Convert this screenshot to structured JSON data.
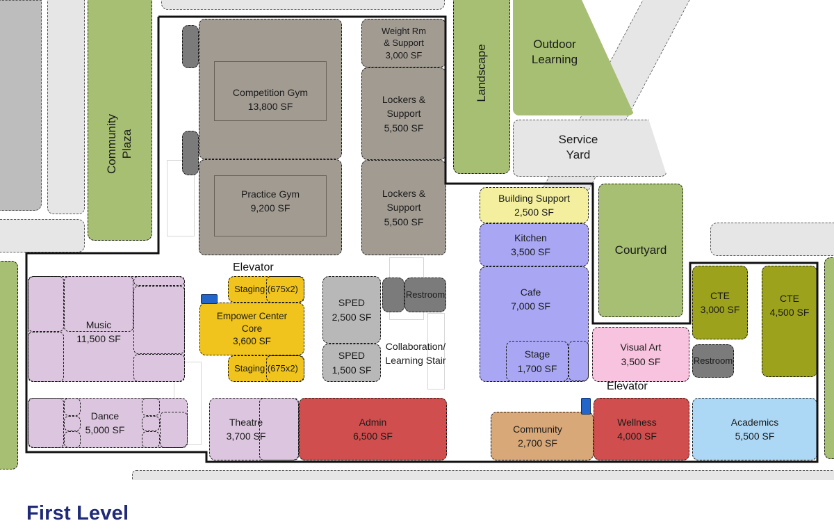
{
  "title": "First Level",
  "colors": {
    "athletics": "#a29b92",
    "green": "#a6bf72",
    "music_arts": "#dcc5df",
    "empower": "#f0c41c",
    "sped": "#b8b8b8",
    "restroom": "#7b7b7b",
    "kitchen_cafe": "#a9a7f3",
    "building_support": "#f3ef9e",
    "visual_art": "#f8c3df",
    "cte": "#9da21c",
    "admin_wellness": "#d04e4e",
    "community": "#d8a878",
    "academics": "#acd8f5",
    "elevator": "#2266cc",
    "title": "#1f2a78"
  },
  "site": {
    "community_plaza": "Community\nPlaza",
    "landscape": "Landscape",
    "outdoor_learning": "Outdoor\nLearning",
    "service_yard": "Service\nYard",
    "courtyard": "Courtyard"
  },
  "rooms": {
    "weight_room": "Weight Rm\n& Support\n3,000 SF",
    "competition_gym": "Competition Gym\n13,800 SF",
    "lockers_1": "Lockers &\nSupport\n5,500 SF",
    "practice_gym": "Practice Gym\n9,200 SF",
    "lockers_2": "Lockers &\nSupport\n5,500 SF",
    "building_support": "Building Support\n2,500 SF",
    "kitchen": "Kitchen\n3,500 SF",
    "cafe": "Cafe\n7,000 SF",
    "stage": "Stage\n1,700 SF",
    "music": "Music\n11,500 SF",
    "staging_top": "Staging (675x2)",
    "empower_center": "Empower Center\nCore\n3,600 SF",
    "staging_bottom": "Staging (675x2)",
    "sped_1": "SPED\n2,500 SF",
    "sped_2": "SPED\n1,500 SF",
    "restroom_1": "Restroom",
    "collaboration": "Collaboration/\nLearning Stair",
    "cte_1": "CTE\n3,000 SF",
    "cte_2": "CTE\n4,500 SF",
    "visual_art": "Visual Art\n3,500 SF",
    "restroom_2": "Restroom",
    "dance": "Dance\n5,000 SF",
    "theatre": "Theatre\n3,700 SF",
    "admin": "Admin\n6,500 SF",
    "community": "Community\n2,700 SF",
    "wellness": "Wellness\n4,000 SF",
    "academics": "Academics\n5,500 SF"
  },
  "callouts": {
    "elevator_1": "Elevator",
    "elevator_2": "Elevator"
  }
}
